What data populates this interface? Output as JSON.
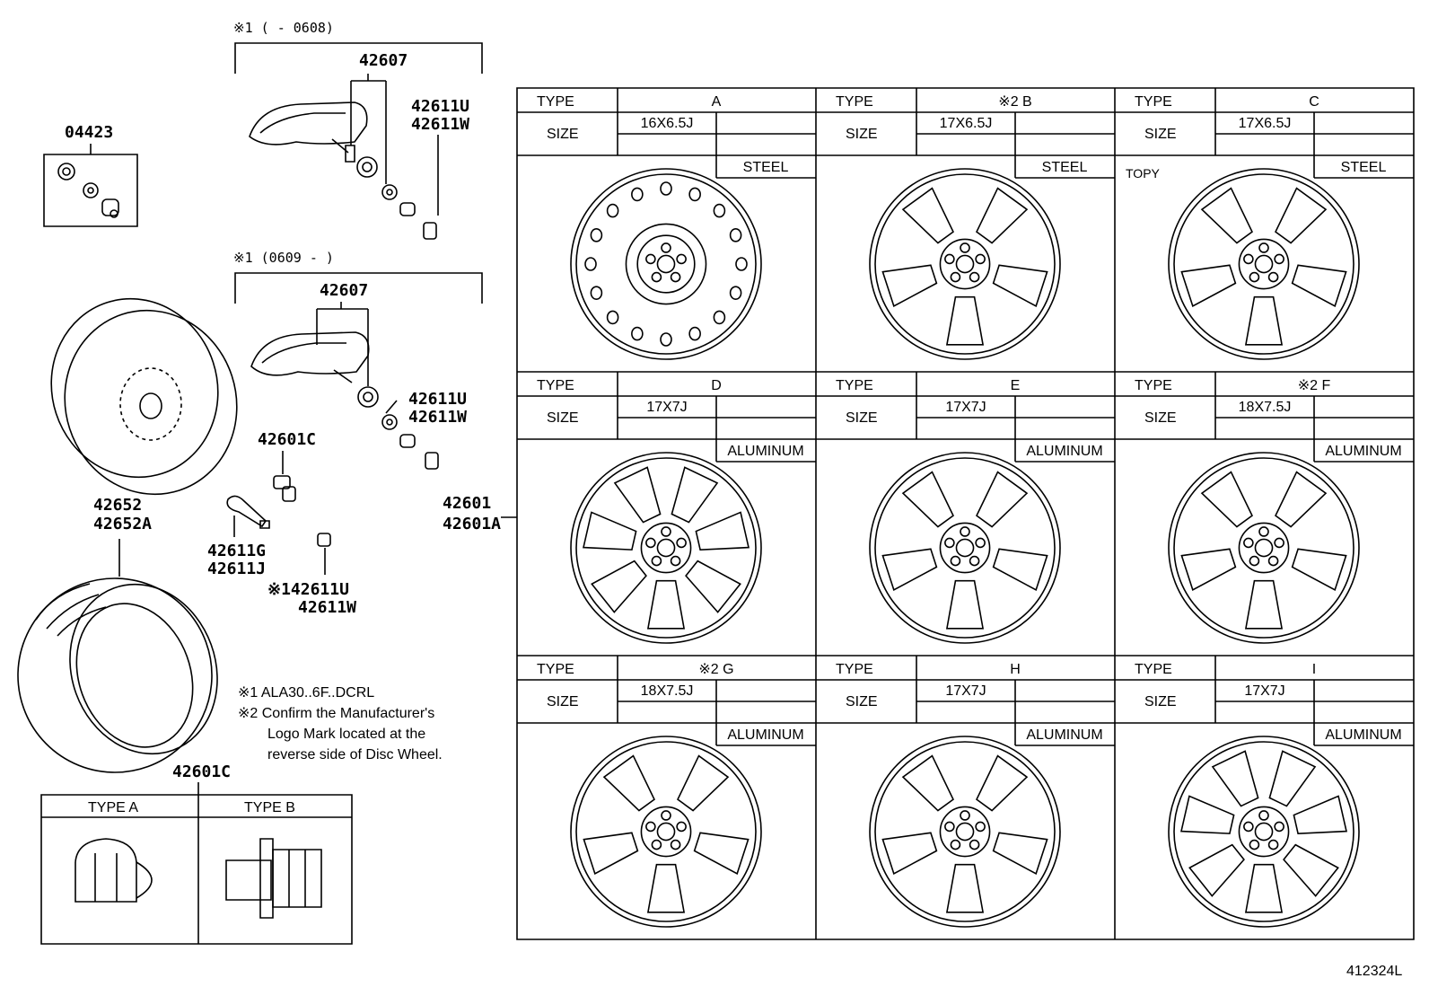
{
  "footer_id": "412324L",
  "part_numbers": {
    "valve_kit": "04423",
    "bracket1": "※1 (      - 0608)",
    "bracket2": "※1 (0609 -       )",
    "sensor": "42607",
    "cap_pair_1a": "42611U",
    "cap_pair_1b": "42611W",
    "cap_pair_2a": "42611U",
    "cap_pair_2b": "42611W",
    "nut_c": "42601C",
    "valve_ga": "42611G",
    "valve_gb": "42611J",
    "cap_pair_3a": "※142611U",
    "cap_pair_3b": "42611W",
    "tire_a": "42652",
    "tire_b": "42652A",
    "wheel_a": "42601",
    "wheel_b": "42601A",
    "nut_bottom": "42601C"
  },
  "notes": [
    "※1 ALA30..6F..DCRL",
    "※2 Confirm the Manufacturer's",
    "Logo Mark located at the",
    "reverse side of Disc Wheel."
  ],
  "nut_table": {
    "type_a": "TYPE A",
    "type_b": "TYPE B"
  },
  "wheel_table": {
    "type_label": "TYPE",
    "size_label": "SIZE",
    "topy_label": "TOPY",
    "cells": [
      {
        "type": "A",
        "size": "16X6.5J",
        "material": "STEEL"
      },
      {
        "type": "※2  B",
        "size": "17X6.5J",
        "material": "STEEL"
      },
      {
        "type": "C",
        "size": "17X6.5J",
        "material": "STEEL"
      },
      {
        "type": "D",
        "size": "17X7J",
        "material": "ALUMINUM"
      },
      {
        "type": "E",
        "size": "17X7J",
        "material": "ALUMINUM"
      },
      {
        "type": "※2  F",
        "size": "18X7.5J",
        "material": "ALUMINUM"
      },
      {
        "type": "※2  G",
        "size": "18X7.5J",
        "material": "ALUMINUM"
      },
      {
        "type": "H",
        "size": "17X7J",
        "material": "ALUMINUM"
      },
      {
        "type": "I",
        "size": "17X7J",
        "material": "ALUMINUM"
      }
    ]
  }
}
